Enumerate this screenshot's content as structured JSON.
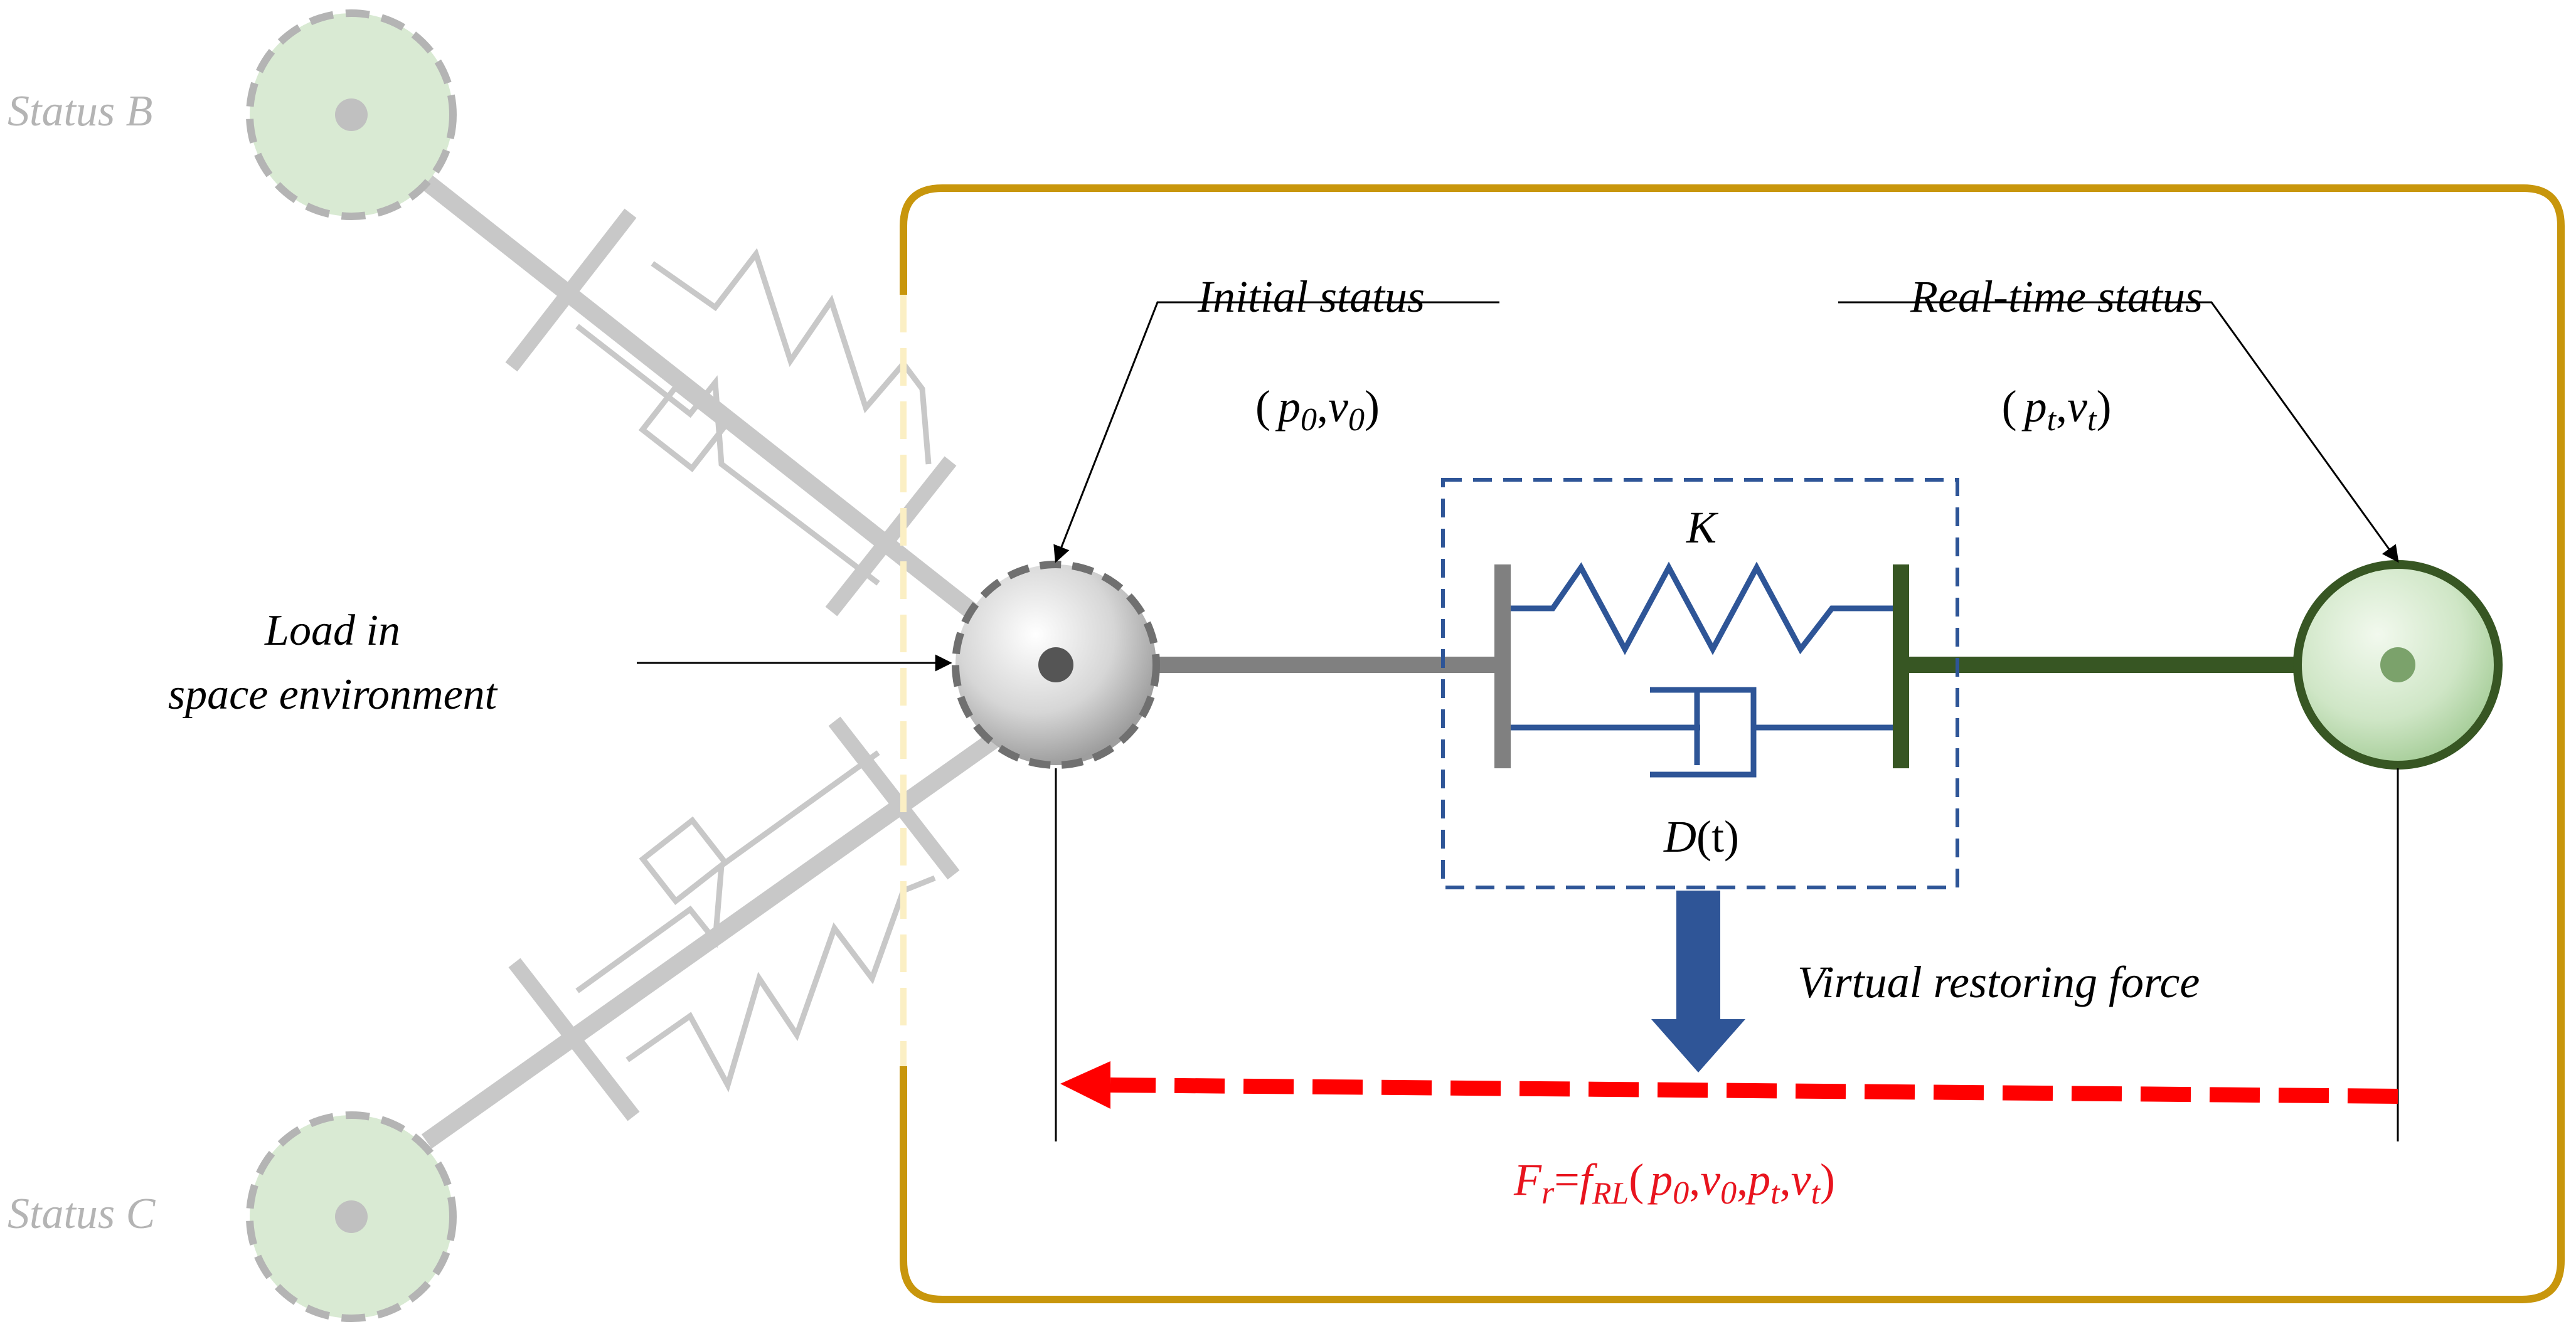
{
  "labels": {
    "status_b": "Status B",
    "status_c": "Status C",
    "load_line1": "Load in",
    "load_line2": "space environment",
    "initial_status": "Initial status",
    "realtime_status": "Real-time status",
    "stiffness": "K",
    "damping_var": "D",
    "damping_arg": "(t)",
    "virtual_force": "Virtual restoring force"
  },
  "initial_state": {
    "open": "(",
    "p": "p",
    "p_sub": "0",
    "comma": ",",
    "v": "v",
    "v_sub": "0",
    "close": ")"
  },
  "realtime_state": {
    "open": "(",
    "p": "p",
    "p_sub": "t",
    "comma": ",",
    "v": "v",
    "v_sub": "t",
    "close": ")"
  },
  "formula": {
    "lhs": "F",
    "lhs_sub": "r",
    "eq": "=",
    "fn": "f",
    "fn_sub": "RL",
    "open": "(",
    "a": "p",
    "a_sub": "0",
    "c1": ",",
    "b": "v",
    "b_sub": "0",
    "c2": ",",
    "c": "p",
    "c_sub": "t",
    "c3": ",",
    "d": "v",
    "d_sub": "t",
    "close": ")"
  },
  "colors": {
    "frame": "#C8960C",
    "spring_blue": "#2E5597",
    "dashed_box": "#2E5597",
    "force_arrow": "#2F5597",
    "restoring_red": "#FF0000",
    "formula_red": "#E8141E",
    "dark_green": "#375623",
    "light_green": "#D9EAD3",
    "ghost_gray": "#C8C8C8",
    "ghost_text": "#B4B4B4",
    "gray_rod": "#808080"
  }
}
